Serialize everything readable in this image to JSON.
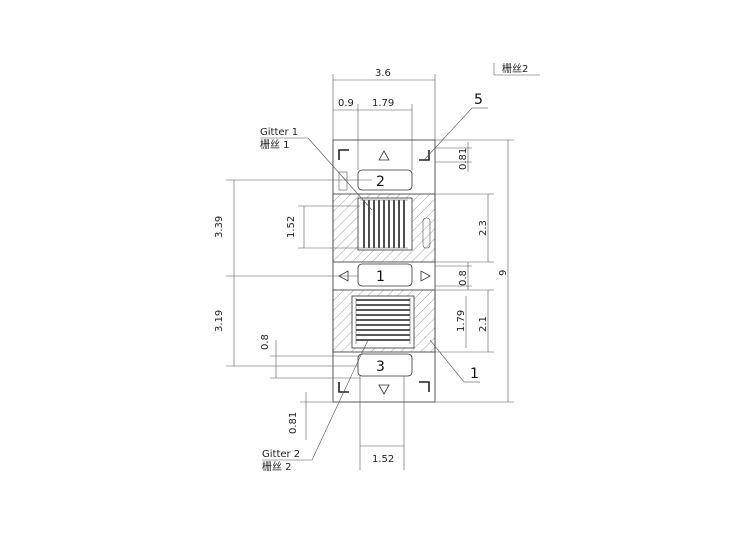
{
  "title_block": {
    "label": "栅丝2"
  },
  "dimensions": {
    "total_width": "3.6",
    "left_margin": "0.9",
    "grid_width_top": "1.79",
    "grid_width_bottom": "1.52",
    "total_height": "9",
    "upper_height": "3.39",
    "lower_height": "3.19",
    "upper_grid_height": "1.52",
    "upper_pad_height": "2.3",
    "center_gap": "0.8",
    "top_marker": "0.81",
    "lower_grid_height": "1.79",
    "lower_pad_height": "2.1",
    "lower_gap": "0.8",
    "bottom_marker": "0.81"
  },
  "callouts": {
    "gitter1_en": "Gitter 1",
    "gitter1_cn": "栅丝 1",
    "gitter2_en": "Gitter 2",
    "gitter2_cn": "栅丝 2",
    "item5": "5",
    "item1": "1"
  },
  "grid_labels": {
    "upper": "2",
    "center": "1",
    "lower": "3"
  },
  "colors": {
    "line": "#333333",
    "hatch": "#666666",
    "background": "#ffffff"
  }
}
